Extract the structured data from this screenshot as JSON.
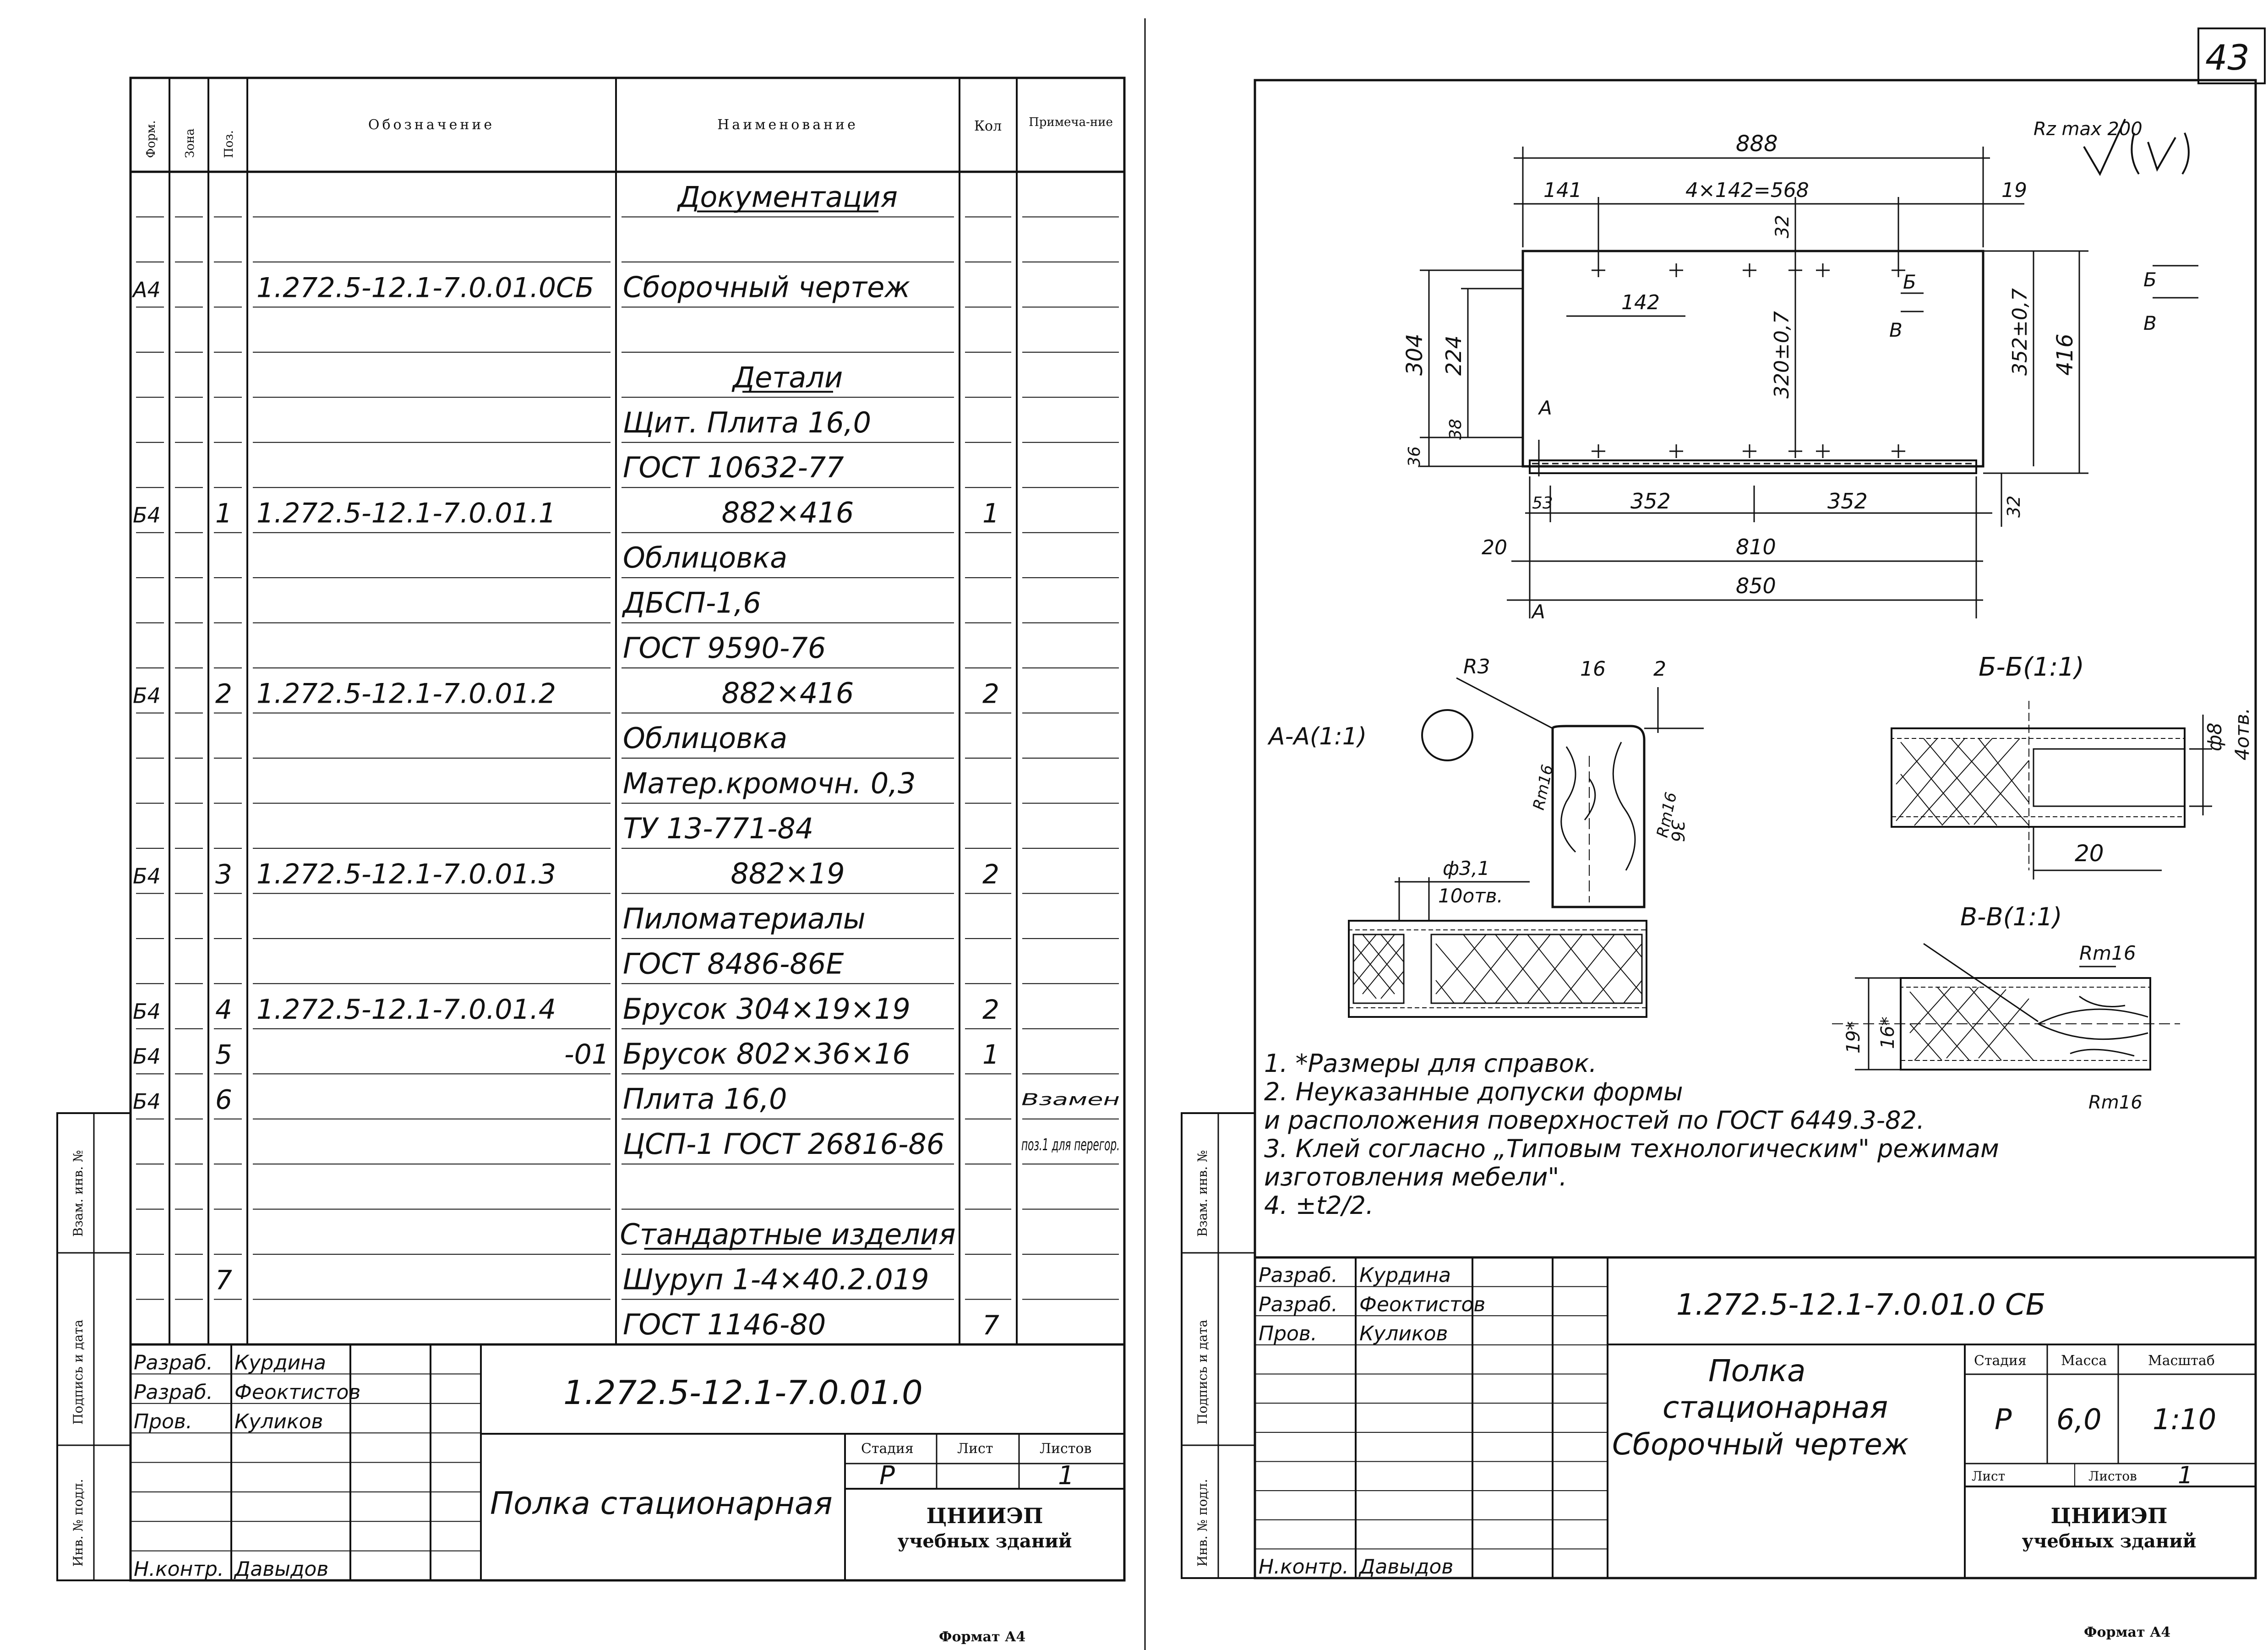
{
  "page_number": "43",
  "format_label": "Формат А4",
  "spec": {
    "headers": {
      "format": "Форм.",
      "zone": "Зона",
      "pos": "Поз.",
      "designation": "Обозначение",
      "name": "Наименование",
      "qty": "Кол",
      "note": "Примеча-ние"
    },
    "rows": [
      {
        "format": "",
        "pos": "",
        "designation": "",
        "name": "Документация",
        "qty": "",
        "note": "",
        "style": "section"
      },
      {
        "format": "",
        "pos": "",
        "designation": "",
        "name": "",
        "qty": "",
        "note": ""
      },
      {
        "format": "А4",
        "pos": "",
        "designation": "1.272.5-12.1-7.0.01.0СБ",
        "name": "Сборочный чертеж",
        "qty": "",
        "note": ""
      },
      {
        "format": "",
        "pos": "",
        "designation": "",
        "name": "",
        "qty": "",
        "note": ""
      },
      {
        "format": "",
        "pos": "",
        "designation": "",
        "name": "Детали",
        "qty": "",
        "note": "",
        "style": "section"
      },
      {
        "format": "",
        "pos": "",
        "designation": "",
        "name": "Щит. Плита 16,0",
        "qty": "",
        "note": ""
      },
      {
        "format": "",
        "pos": "",
        "designation": "",
        "name": "ГОСТ 10632-77",
        "qty": "",
        "note": ""
      },
      {
        "format": "Б4",
        "pos": "1",
        "designation": "1.272.5-12.1-7.0.01.1",
        "name": "882×416",
        "qty": "1",
        "note": ""
      },
      {
        "format": "",
        "pos": "",
        "designation": "",
        "name": "Облицовка",
        "qty": "",
        "note": ""
      },
      {
        "format": "",
        "pos": "",
        "designation": "",
        "name": "ДБСП-1,6",
        "qty": "",
        "note": ""
      },
      {
        "format": "",
        "pos": "",
        "designation": "",
        "name": "ГОСТ 9590-76",
        "qty": "",
        "note": ""
      },
      {
        "format": "Б4",
        "pos": "2",
        "designation": "1.272.5-12.1-7.0.01.2",
        "name": "882×416",
        "qty": "2",
        "note": ""
      },
      {
        "format": "",
        "pos": "",
        "designation": "",
        "name": "Облицовка",
        "qty": "",
        "note": ""
      },
      {
        "format": "",
        "pos": "",
        "designation": "",
        "name": "Матер.кромочн. 0,3",
        "qty": "",
        "note": ""
      },
      {
        "format": "",
        "pos": "",
        "designation": "",
        "name": "ТУ 13-771-84",
        "qty": "",
        "note": ""
      },
      {
        "format": "Б4",
        "pos": "3",
        "designation": "1.272.5-12.1-7.0.01.3",
        "name": "882×19",
        "qty": "2",
        "note": ""
      },
      {
        "format": "",
        "pos": "",
        "designation": "",
        "name": "Пиломатериалы",
        "qty": "",
        "note": ""
      },
      {
        "format": "",
        "pos": "",
        "designation": "",
        "name": "ГОСТ 8486-86Е",
        "qty": "",
        "note": ""
      },
      {
        "format": "Б4",
        "pos": "4",
        "designation": "1.272.5-12.1-7.0.01.4",
        "name": "Брусок  304×19×19",
        "qty": "2",
        "note": ""
      },
      {
        "format": "Б4",
        "pos": "5",
        "designation": "-01",
        "name": "Брусок  802×36×16",
        "qty": "1",
        "note": ""
      },
      {
        "format": "Б4",
        "pos": "6",
        "designation": "",
        "name": "Плита 16,0",
        "qty": "",
        "note": "Взамен"
      },
      {
        "format": "",
        "pos": "",
        "designation": "",
        "name": "ЦСП-1 ГОСТ 26816-86",
        "qty": "",
        "note": "поз.1 для перегор."
      },
      {
        "format": "",
        "pos": "",
        "designation": "",
        "name": "",
        "qty": "",
        "note": ""
      },
      {
        "format": "",
        "pos": "",
        "designation": "",
        "name": "Стандартные изделия",
        "qty": "",
        "note": "",
        "style": "section"
      },
      {
        "format": "",
        "pos": "7",
        "designation": "",
        "name": "Шуруп 1-4×40.2.019",
        "qty": "",
        "note": ""
      },
      {
        "format": "",
        "pos": "",
        "designation": "",
        "name": "ГОСТ 1146-80",
        "qty": "7",
        "note": ""
      }
    ]
  },
  "side_labels": {
    "vzam": "Взам. инв. №",
    "podp": "Подпись и дата",
    "inv": "Инв. № подл."
  },
  "title_left": {
    "roles": [
      "Разраб.",
      "Разраб.",
      "Пров.",
      "",
      "",
      "Н.контр."
    ],
    "names": [
      "Курдина",
      "Феоктистов",
      "Куликов",
      "",
      "",
      "Давыдов"
    ],
    "designation": "1.272.5-12.1-7.0.01.0",
    "name": "Полка стационарная",
    "stage_h": "Стадия",
    "sheet_h": "Лист",
    "sheets_h": "Листов",
    "stage": "Р",
    "sheets": "1",
    "org1": "ЦНИИЭП",
    "org2": "учебных зданий"
  },
  "title_right": {
    "roles": [
      "Разраб.",
      "Разраб.",
      "Пров.",
      "",
      "",
      "",
      "Н.контр."
    ],
    "names": [
      "Курдина",
      "Феоктистов",
      "Куликов",
      "",
      "",
      "",
      "Давыдов"
    ],
    "designation": "1.272.5-12.1-7.0.01.0 СБ",
    "name1": "Полка",
    "name2": "стационарная",
    "name3": "Сборочный чертеж",
    "stage_h": "Стадия",
    "mass_h": "Масса",
    "scale_h": "Масштаб",
    "stage": "Р",
    "mass": "6,0",
    "scale": "1:10",
    "sheet_h": "Лист",
    "sheets_h": "Листов",
    "sheets": "1",
    "org1": "ЦНИИЭП",
    "org2": "учебных зданий"
  },
  "drawing": {
    "roughness": "Rz max 200",
    "dims": {
      "total_w": "888",
      "left_off": "141",
      "hole_pitch": "4×142=568",
      "right_off": "19",
      "top_32": "32",
      "pitch_142": "142",
      "h_320": "320±0,7",
      "h_352": "352±0,7",
      "h_416": "416",
      "h_304": "304",
      "h_224": "224",
      "h_38": "38",
      "h_36": "36",
      "b53": "53",
      "b352a": "352",
      "b352b": "352",
      "b32": "32",
      "b20": "20",
      "b810": "810",
      "b850": "850",
      "sec_b": "Б",
      "sec_v": "В",
      "sec_a": "А"
    },
    "section_aa": {
      "title": "А-А(1:1)",
      "r3": "R3",
      "d16": "16",
      "d2": "2",
      "rm16": "Rm16",
      "d36": "36",
      "hole": "ф3,1",
      "hole_n": "10отв."
    },
    "section_bb": {
      "title": "Б-Б(1:1)",
      "d8": "ф8",
      "n4": "4отв.",
      "d20": "20"
    },
    "section_vv": {
      "title": "В-В(1:1)",
      "rm16a": "Rm16",
      "rm16b": "Rm16",
      "d19": "19*",
      "d16": "16*"
    },
    "notes": [
      "1. *Размеры для справок.",
      "2. Неуказанные допуски формы",
      "   и расположения поверхностей по ГОСТ 6449.3-82.",
      "3. Клей согласно „Типовым технологическим\" режимам",
      "   изготовления мебели\".",
      "4. ±t2/2."
    ]
  }
}
